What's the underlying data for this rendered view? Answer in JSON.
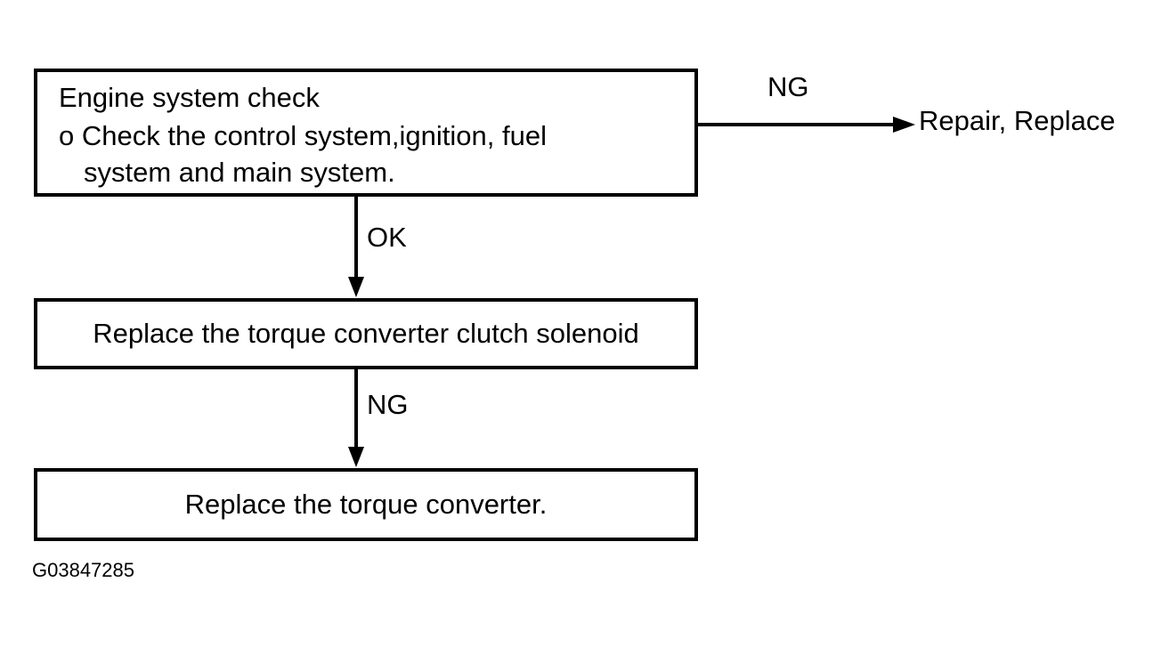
{
  "flowchart": {
    "step1": {
      "title": "Engine system check",
      "bullet_marker": "o",
      "bullet_line1": "Check the control system,ignition, fuel",
      "bullet_line2": "system and main system."
    },
    "step2": {
      "text": "Replace the torque converter clutch solenoid"
    },
    "step3": {
      "text": "Replace the torque converter."
    },
    "branch_right": {
      "condition": "NG",
      "outcome": "Repair, Replace"
    },
    "branch_down_1": {
      "condition": "OK"
    },
    "branch_down_2": {
      "condition": "NG"
    }
  },
  "figure_id": "G03847285"
}
